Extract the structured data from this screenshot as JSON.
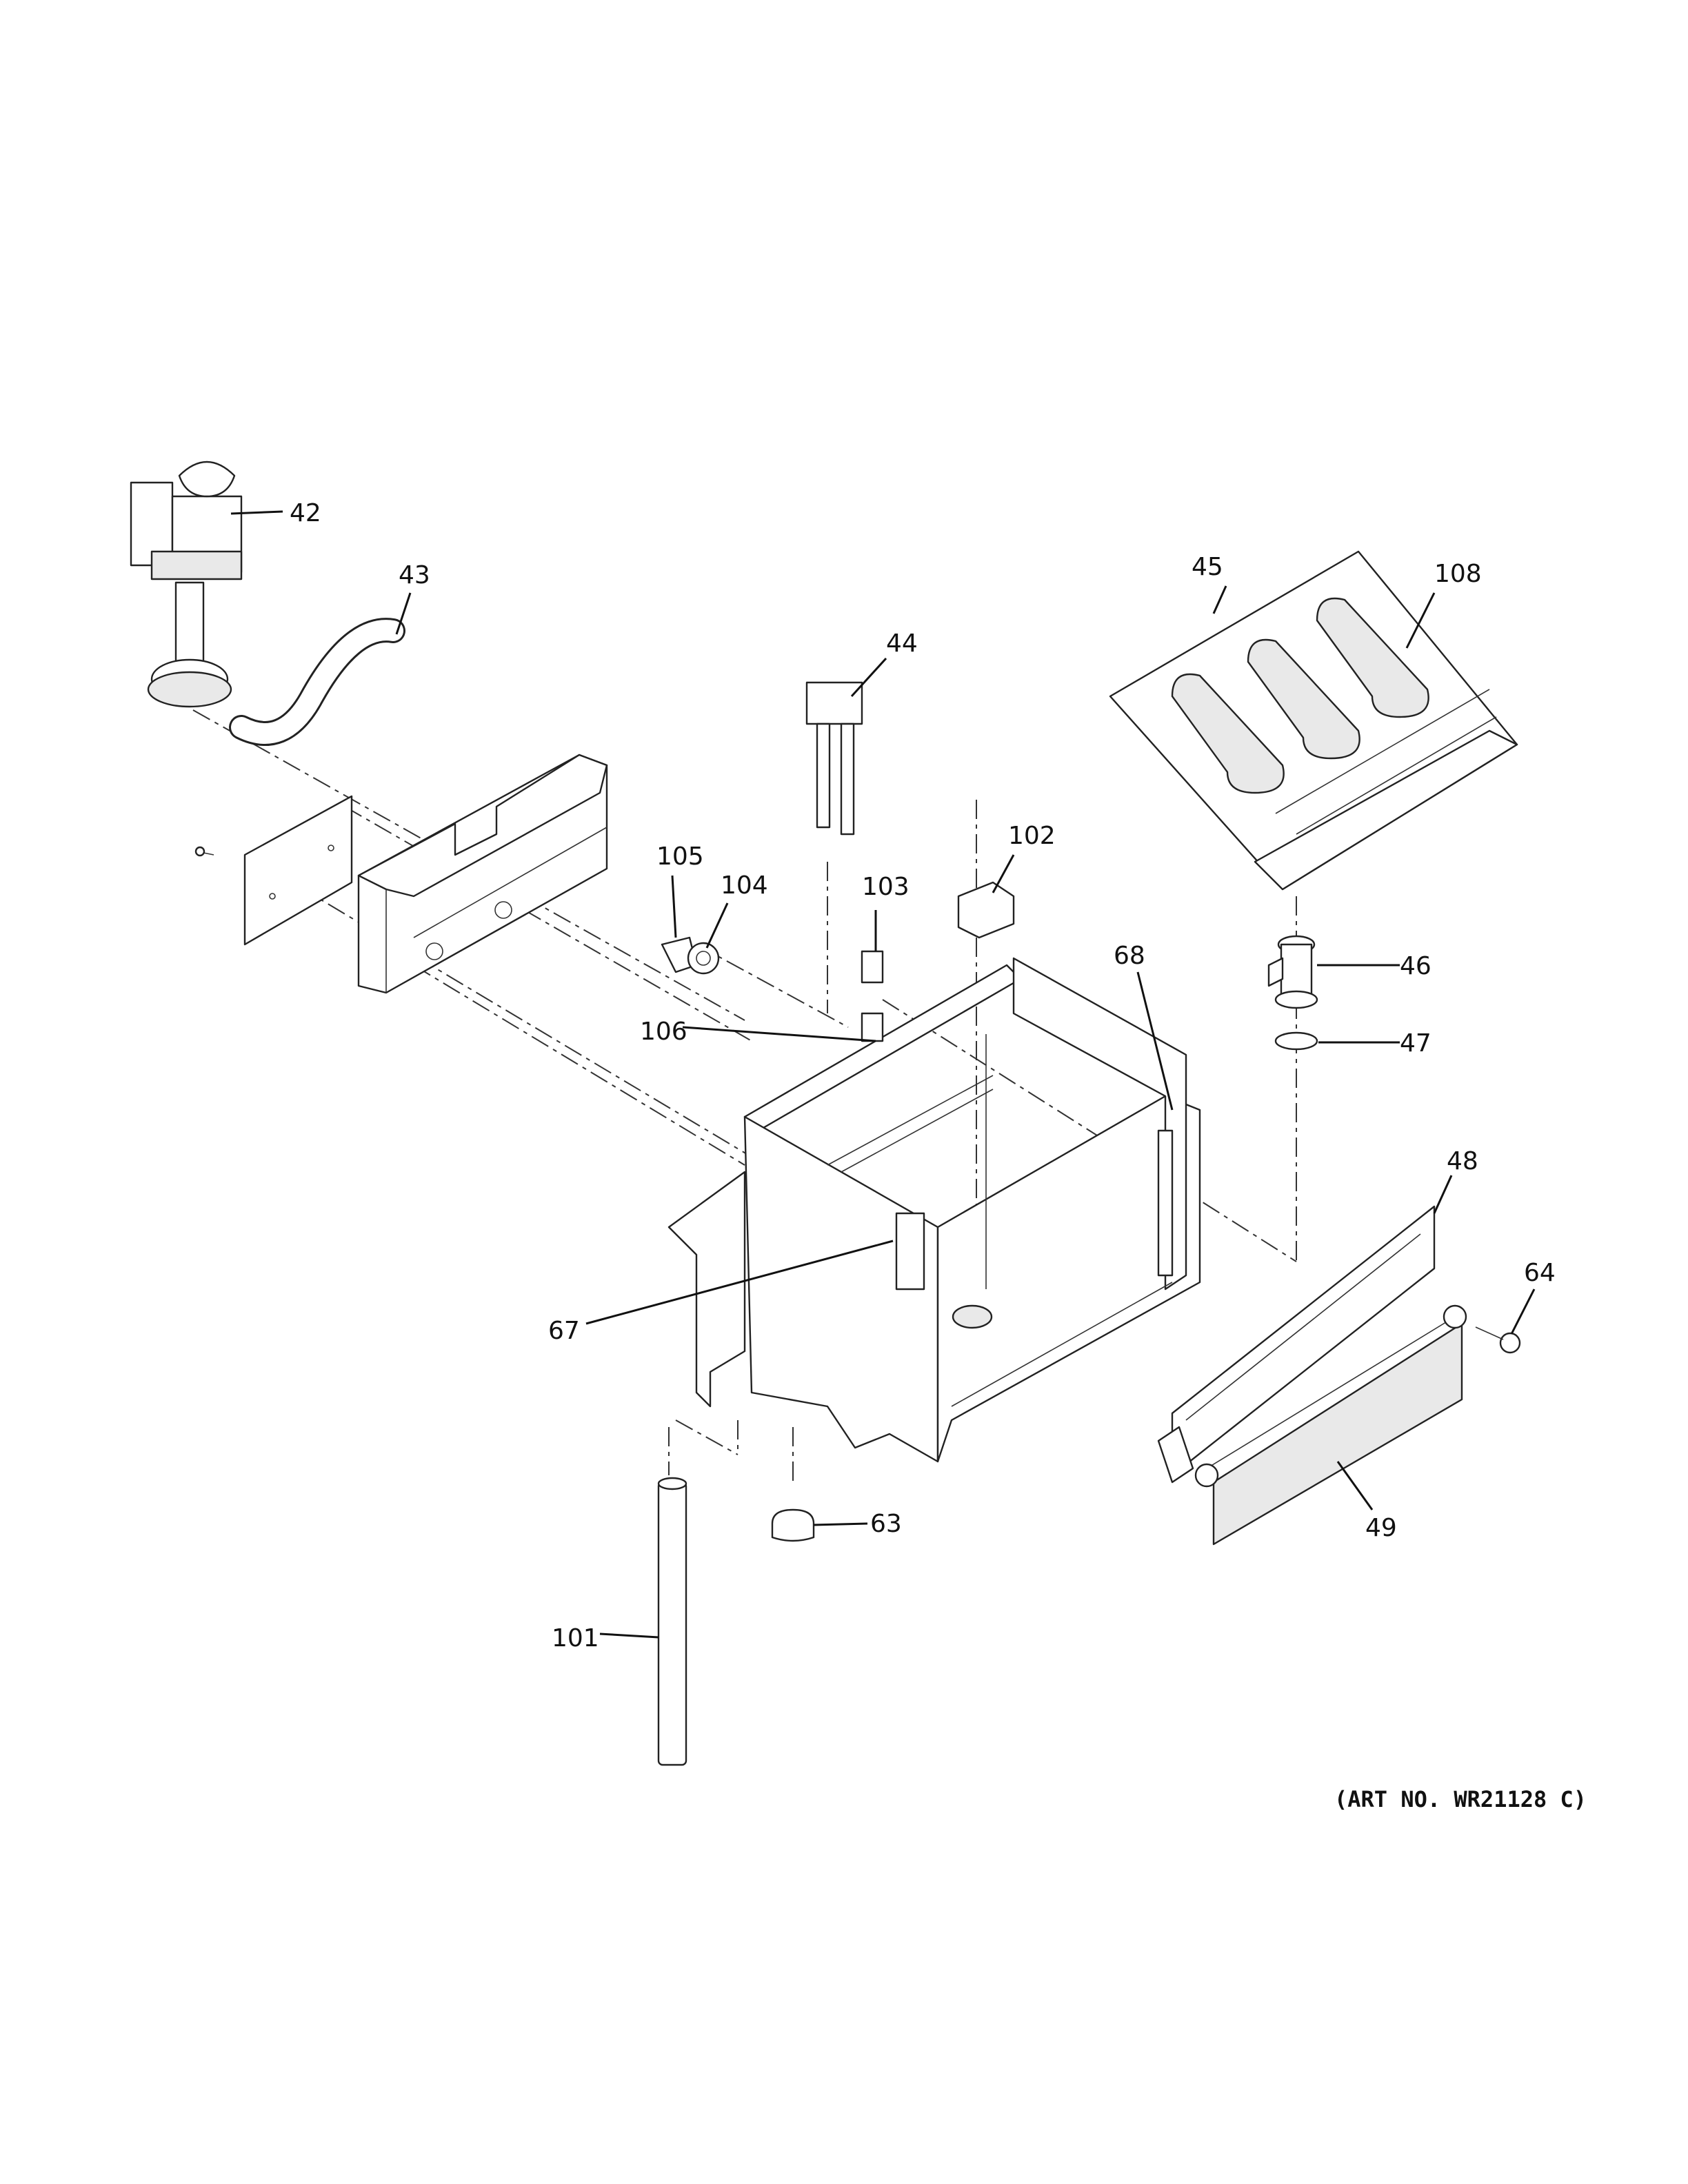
{
  "callouts": [
    {
      "id": "42",
      "label": "42"
    },
    {
      "id": "43",
      "label": "43"
    },
    {
      "id": "44",
      "label": "44"
    },
    {
      "id": "45",
      "label": "45"
    },
    {
      "id": "108",
      "label": "108"
    },
    {
      "id": "102",
      "label": "102"
    },
    {
      "id": "105",
      "label": "105"
    },
    {
      "id": "104",
      "label": "104"
    },
    {
      "id": "103",
      "label": "103"
    },
    {
      "id": "68",
      "label": "68"
    },
    {
      "id": "46",
      "label": "46"
    },
    {
      "id": "47",
      "label": "47"
    },
    {
      "id": "106",
      "label": "106"
    },
    {
      "id": "48",
      "label": "48"
    },
    {
      "id": "64",
      "label": "64"
    },
    {
      "id": "67",
      "label": "67"
    },
    {
      "id": "49",
      "label": "49"
    },
    {
      "id": "63",
      "label": "63"
    },
    {
      "id": "101",
      "label": "101"
    }
  ],
  "art_number": "(ART NO. WR21128 C)"
}
